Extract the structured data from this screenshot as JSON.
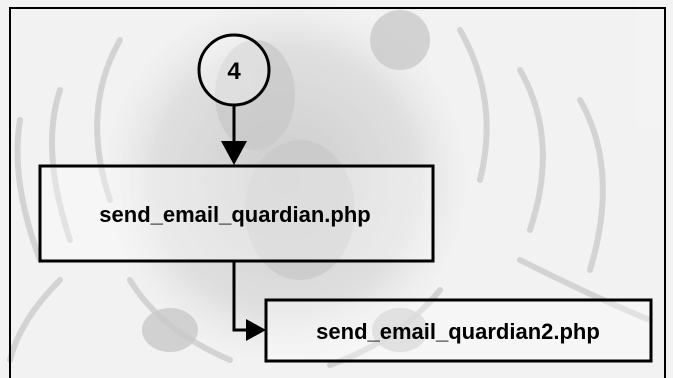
{
  "diagram": {
    "connector": {
      "label": "4",
      "shape": "circle"
    },
    "nodes": [
      {
        "id": "n1",
        "label": "send_email_quardian.php"
      },
      {
        "id": "n2",
        "label": "send_email_quardian2.php"
      }
    ],
    "edges": [
      {
        "from": "connector",
        "to": "n1"
      },
      {
        "from": "n1",
        "to": "n2"
      }
    ],
    "watermark": "university-seal",
    "colors": {
      "stroke": "#000000",
      "box_fill": "#ffffff",
      "background": "#f2f2f2",
      "watermark": "#c8c8c8"
    }
  }
}
